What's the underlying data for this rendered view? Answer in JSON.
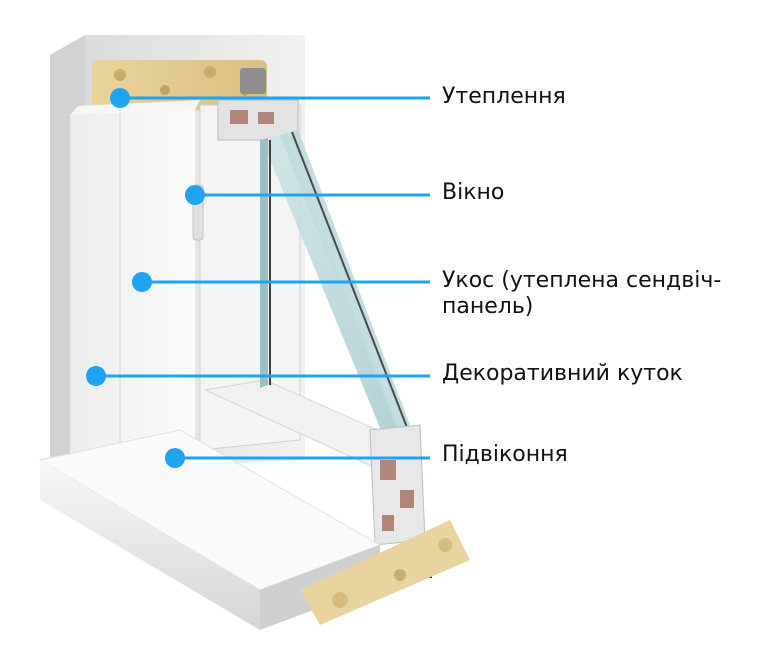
{
  "colors": {
    "accent": "#1fa4f2",
    "text": "#111111"
  },
  "callouts": [
    {
      "id": "insulation",
      "label": "Утеплення"
    },
    {
      "id": "window",
      "label": "Вікно"
    },
    {
      "id": "reveal",
      "label_line1": "Укос (утеплена сендвіч-",
      "label_line2": "панель)"
    },
    {
      "id": "corner",
      "label": "Декоративний куток"
    },
    {
      "id": "sill",
      "label": "Підвіконня"
    }
  ]
}
